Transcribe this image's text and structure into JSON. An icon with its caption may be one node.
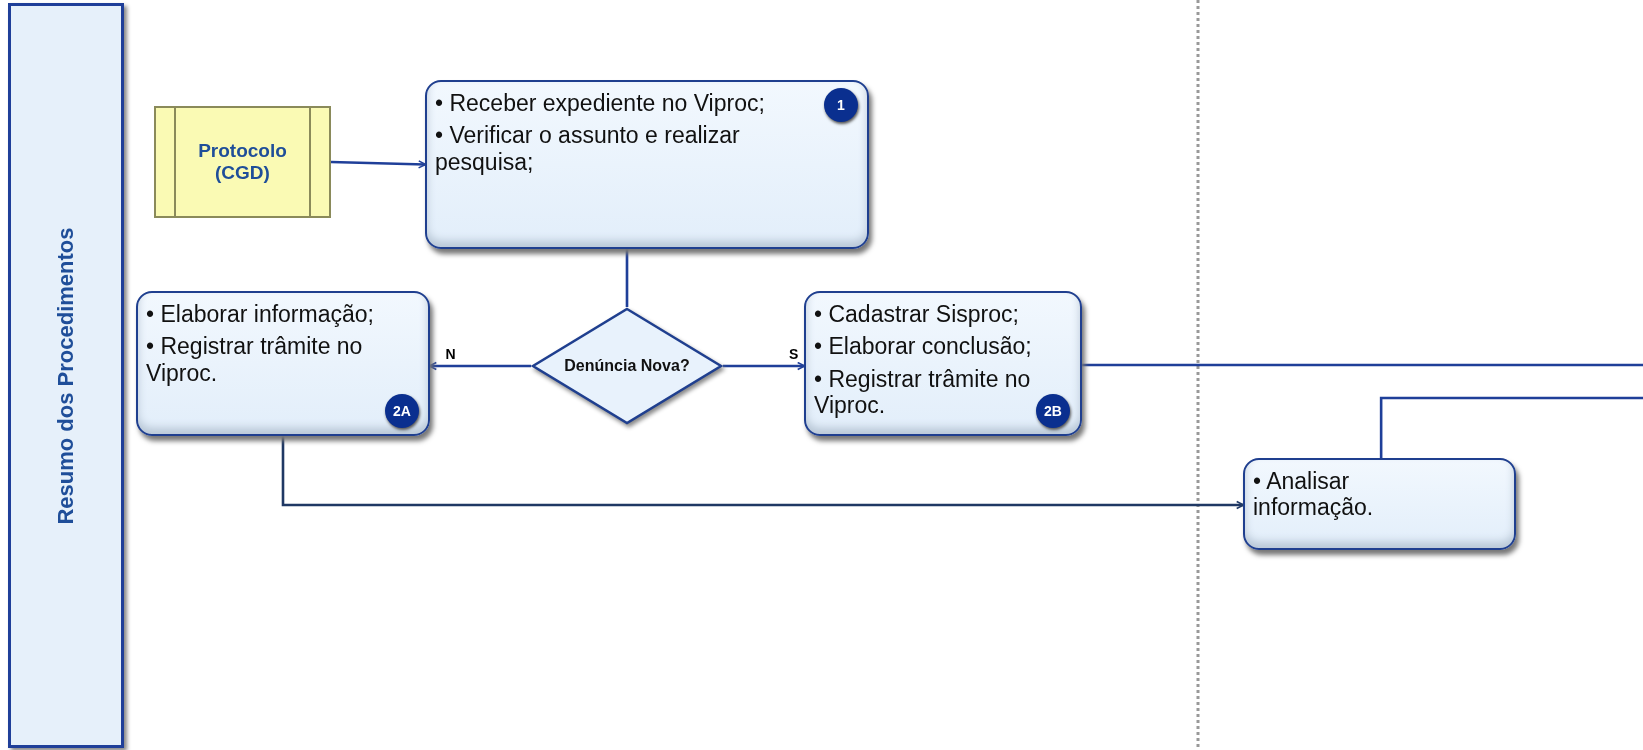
{
  "diagram": {
    "nodes": [
      {
        "text": [
          "Resumo dos Procedimentos"
        ]
      },
      {
        "text": [
          "Protocolo (CGD)"
        ]
      },
      {
        "text": [
          "• Receber expediente no Viproc;",
          "• Verificar o assunto e realizar pesquisa;"
        ]
      },
      {
        "text": [
          "1"
        ],
        "in": 2
      },
      {
        "text": [
          "• Elaborar informação;",
          "• Registrar trâmite no Viproc."
        ]
      },
      {
        "text": [
          "2A"
        ],
        "in": 4
      },
      {
        "text": [
          "Denúncia Nova?"
        ]
      },
      {
        "text": [
          "• Cadastrar Sisproc;",
          "• Elaborar conclusão;",
          "• Registrar trâmite no Viproc."
        ]
      },
      {
        "text": [
          "2B"
        ],
        "in": 7
      },
      {
        "text": [
          "• Analisar informação."
        ]
      }
    ],
    "edges": [
      {
        "from": 1,
        "to": 2,
        "arrow": "to"
      },
      {
        "from": 2,
        "to": 6,
        "arrow": "none"
      },
      {
        "from": 6,
        "to": 4,
        "arrow": "to",
        "label": "N"
      },
      {
        "from": 6,
        "to": 7,
        "arrow": "to",
        "label": "S"
      },
      {
        "from": 7,
        "to": null,
        "arrow": "none"
      },
      {
        "from": 9,
        "to": null,
        "arrow": "none"
      },
      {
        "from": 4,
        "to": 9,
        "arrow": "to",
        "color": "#1f3864"
      }
    ]
  }
}
